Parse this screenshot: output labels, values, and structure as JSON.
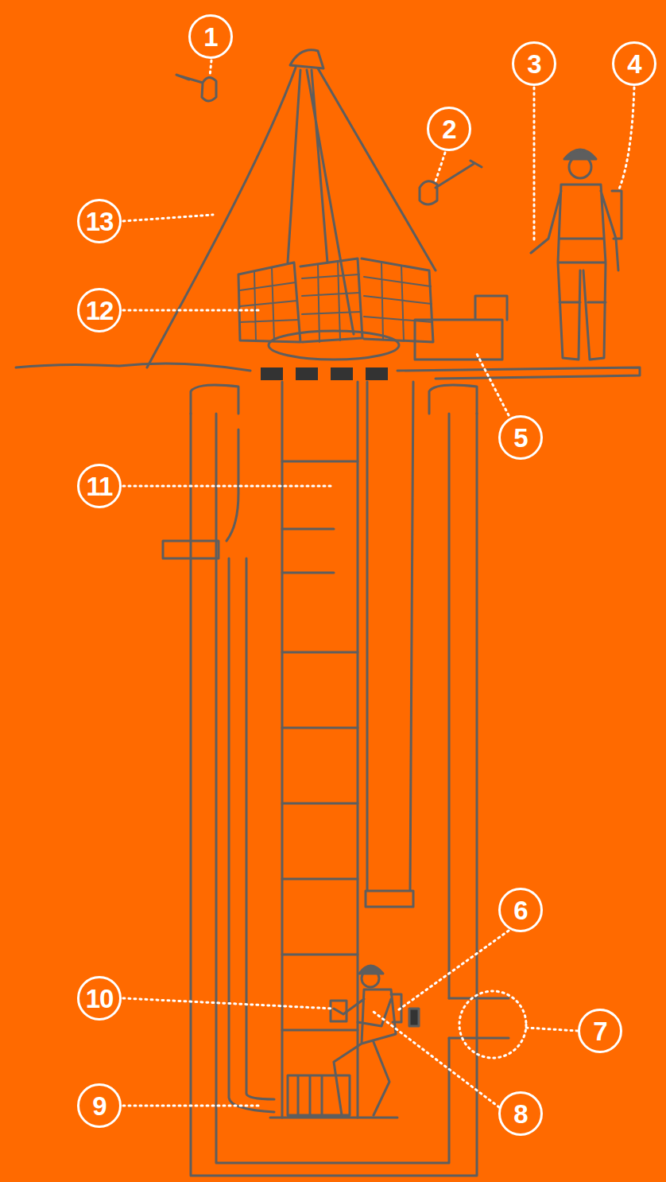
{
  "diagram": {
    "nodes": [
      {
        "text": [
          "1"
        ]
      },
      {
        "text": [
          "3"
        ]
      },
      {
        "text": [
          "4"
        ]
      },
      {
        "text": [
          "2"
        ]
      },
      {
        "text": [
          "13"
        ]
      },
      {
        "text": [
          "12"
        ]
      },
      {
        "text": [
          "5"
        ]
      },
      {
        "text": [
          "11"
        ]
      },
      {
        "text": [
          "6"
        ]
      },
      {
        "text": [
          "10"
        ]
      },
      {
        "text": [
          "7"
        ]
      },
      {
        "text": [
          "9"
        ]
      },
      {
        "text": [
          "8"
        ]
      }
    ]
  }
}
